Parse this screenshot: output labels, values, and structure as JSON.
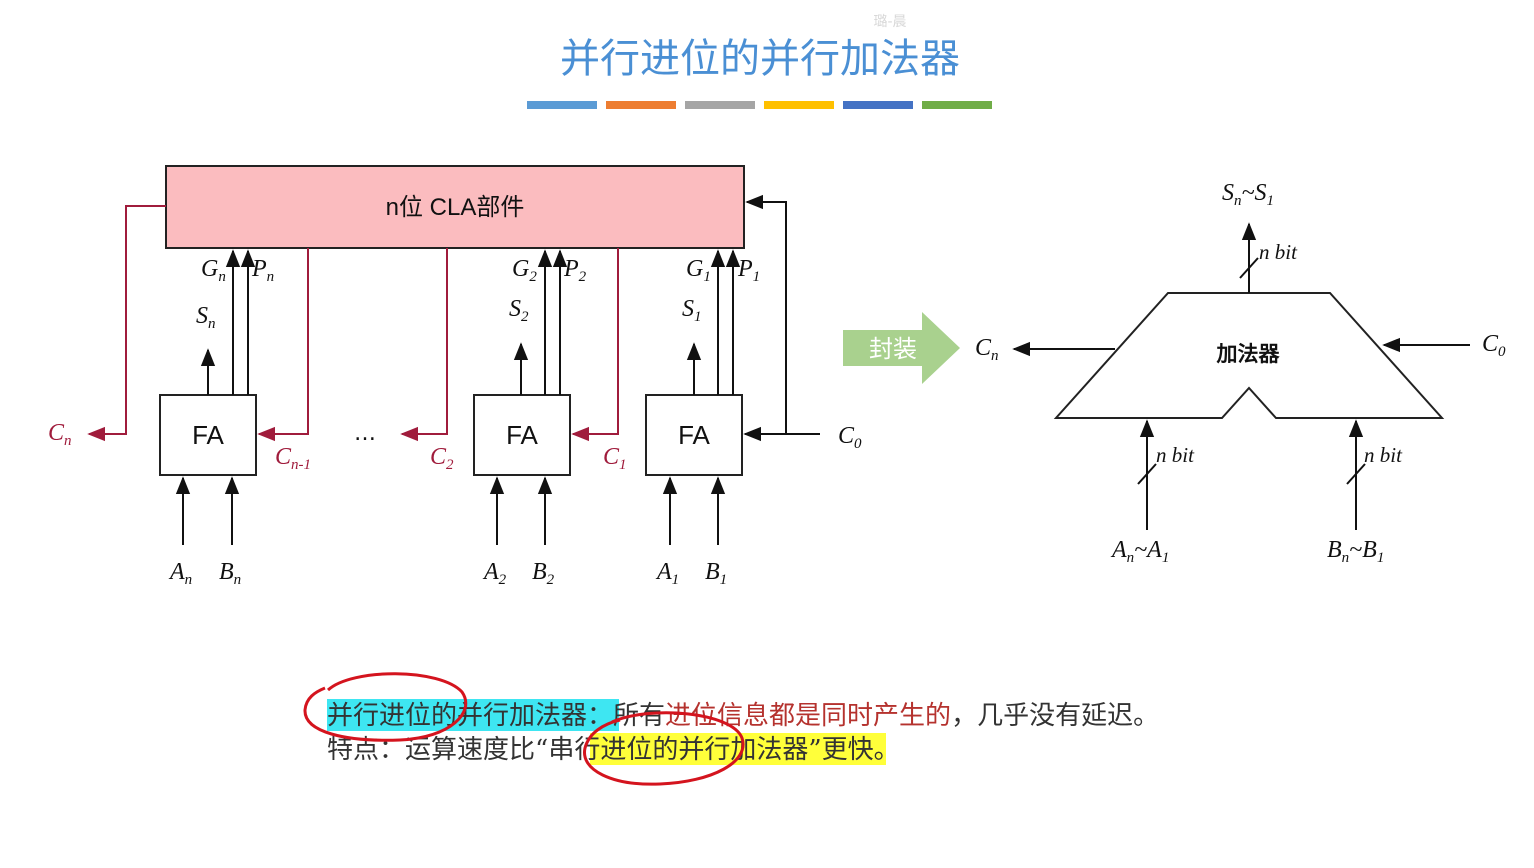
{
  "slide": {
    "title": "并行进位的并行加法器",
    "watermark": "璐-晨",
    "title_bar_colors": [
      "#5b9bd5",
      "#ed7d31",
      "#a5a5a5",
      "#ffc000",
      "#4472c4",
      "#70ad47"
    ]
  },
  "left_diagram": {
    "cla_label": "n位 CLA部件",
    "fa_label": "FA",
    "dots": "…",
    "carry_color": "#a01c3c",
    "signals": {
      "gn": {
        "base": "G",
        "sub": "n"
      },
      "pn": {
        "base": "P",
        "sub": "n"
      },
      "sn": {
        "base": "S",
        "sub": "n"
      },
      "g2": {
        "base": "G",
        "sub": "2"
      },
      "p2": {
        "base": "P",
        "sub": "2"
      },
      "s2": {
        "base": "S",
        "sub": "2"
      },
      "g1": {
        "base": "G",
        "sub": "1"
      },
      "p1": {
        "base": "P",
        "sub": "1"
      },
      "s1": {
        "base": "S",
        "sub": "1"
      },
      "an": {
        "base": "A",
        "sub": "n"
      },
      "bn": {
        "base": "B",
        "sub": "n"
      },
      "a2": {
        "base": "A",
        "sub": "2"
      },
      "b2": {
        "base": "B",
        "sub": "2"
      },
      "a1": {
        "base": "A",
        "sub": "1"
      },
      "b1": {
        "base": "B",
        "sub": "1"
      },
      "cn": {
        "base": "C",
        "sub": "n"
      },
      "cn1": {
        "base": "C",
        "sub": "n-1"
      },
      "c2": {
        "base": "C",
        "sub": "2"
      },
      "c1": {
        "base": "C",
        "sub": "1"
      },
      "c0": {
        "base": "C",
        "sub": "0"
      }
    }
  },
  "pack_arrow": {
    "label": "封装",
    "color": "#a9d18e"
  },
  "right_diagram": {
    "adder_label": "加法器",
    "nbit": "n bit",
    "out_sum": {
      "a": "S",
      "a_sub": "n",
      "sep": "~",
      "b": "S",
      "b_sub": "1"
    },
    "in_a": {
      "a": "A",
      "a_sub": "n",
      "sep": "~",
      "b": "A",
      "b_sub": "1"
    },
    "in_b": {
      "a": "B",
      "a_sub": "n",
      "sep": "~",
      "b": "B",
      "b_sub": "1"
    },
    "cn": {
      "base": "C",
      "sub": "n"
    },
    "c0": {
      "base": "C",
      "sub": "0"
    }
  },
  "description": {
    "line1_highlight": "并行进位的并行加法器",
    "line1_colon": "：",
    "line1_part_a": "所有",
    "line1_part_red": "进位信息都是同时产生的",
    "line1_part_b": "，几乎没有延迟。",
    "line2_prefix": "特点：运算速度比",
    "line2_open_quote": "“",
    "line2_highlight": "串行进位的并行加法器",
    "line2_close_quote": "”",
    "line2_suffix": "更快。",
    "highlight1_color": "#3ee6f2",
    "highlight2_color": "#ffff3a",
    "annotation_color": "#d4141e"
  }
}
